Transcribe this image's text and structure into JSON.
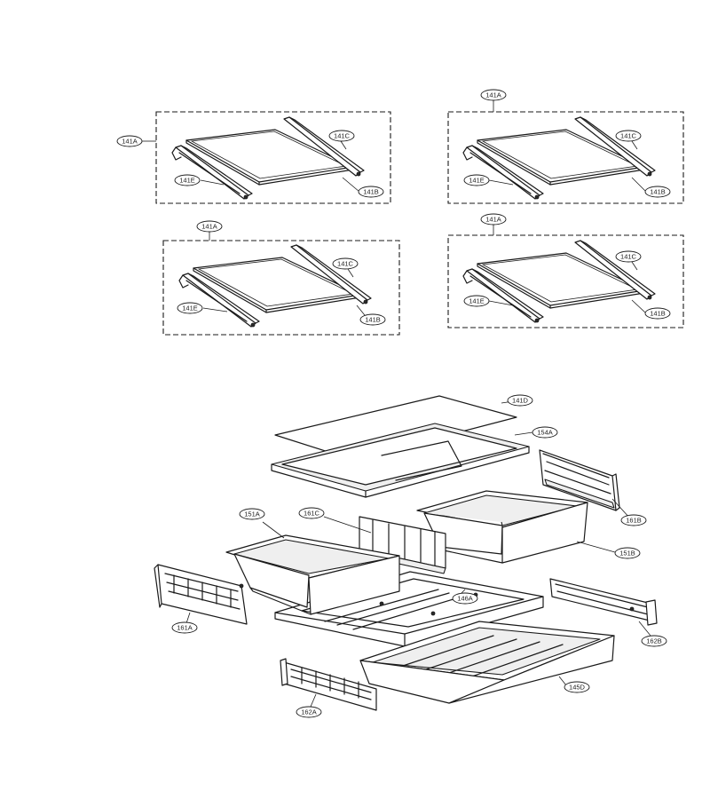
{
  "labels": {
    "shelf_assembly": "141A",
    "shelf_glass_frame": "141B",
    "shelf_rail_right": "141C",
    "shelf_rail_left": "141E",
    "cover_glass": "141D",
    "cover_frame": "154A",
    "panel_right": "161B",
    "drawer_right": "151B",
    "divider": "161C",
    "drawer_left": "151A",
    "bottom_tray": "146A",
    "panel_left": "161A",
    "rail_right": "162B",
    "bottom_drawer": "145D",
    "rail_left": "162A"
  }
}
